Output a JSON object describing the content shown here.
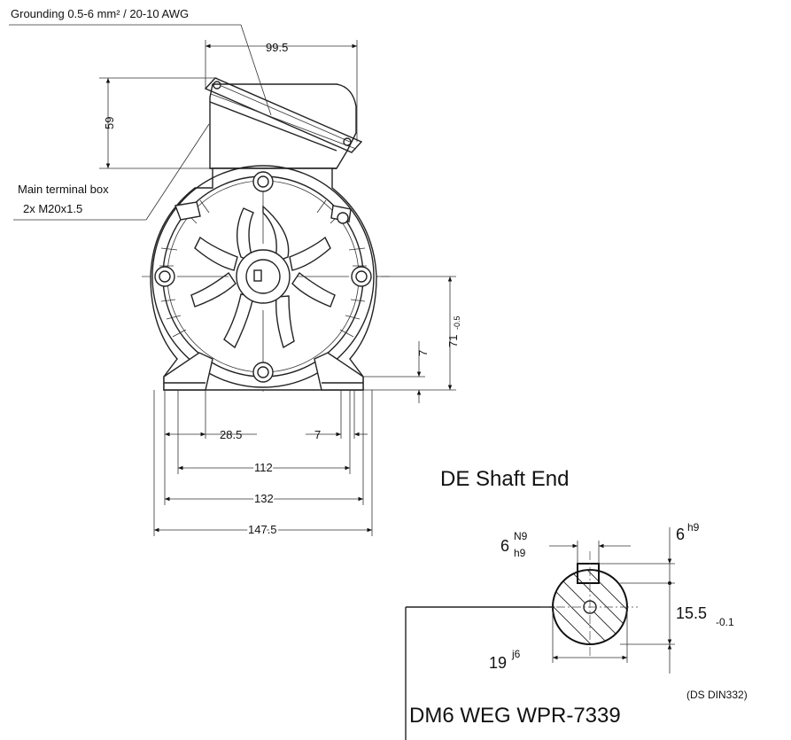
{
  "labels": {
    "grounding": "Grounding 0.5-6 mm² / 20-10 AWG",
    "terminal_box_line1": "Main terminal box",
    "terminal_box_line2": "2x M20x1.5",
    "shaft_title": "DE Shaft End",
    "standard": "(DS DIN332)",
    "drawing_id": "DM6 WEG WPR-7339"
  },
  "dimensions": {
    "width_box": "99.5",
    "height_box": "59",
    "foot_28_5": "28.5",
    "foot_7": "7",
    "span_112": "112",
    "span_132": "132",
    "span_147_5": "147.5",
    "shaft_height": "71",
    "shaft_height_tol": "-0.5",
    "foot_thickness": "7"
  },
  "shaft": {
    "key_width": "6",
    "key_tol_top": "N9",
    "key_tol_bottom": "h9",
    "key_height": "6",
    "key_height_tol": "h9",
    "key_depth": "15.5",
    "key_depth_tol": "-0.1",
    "diameter": "19",
    "diameter_tol": "j6"
  }
}
